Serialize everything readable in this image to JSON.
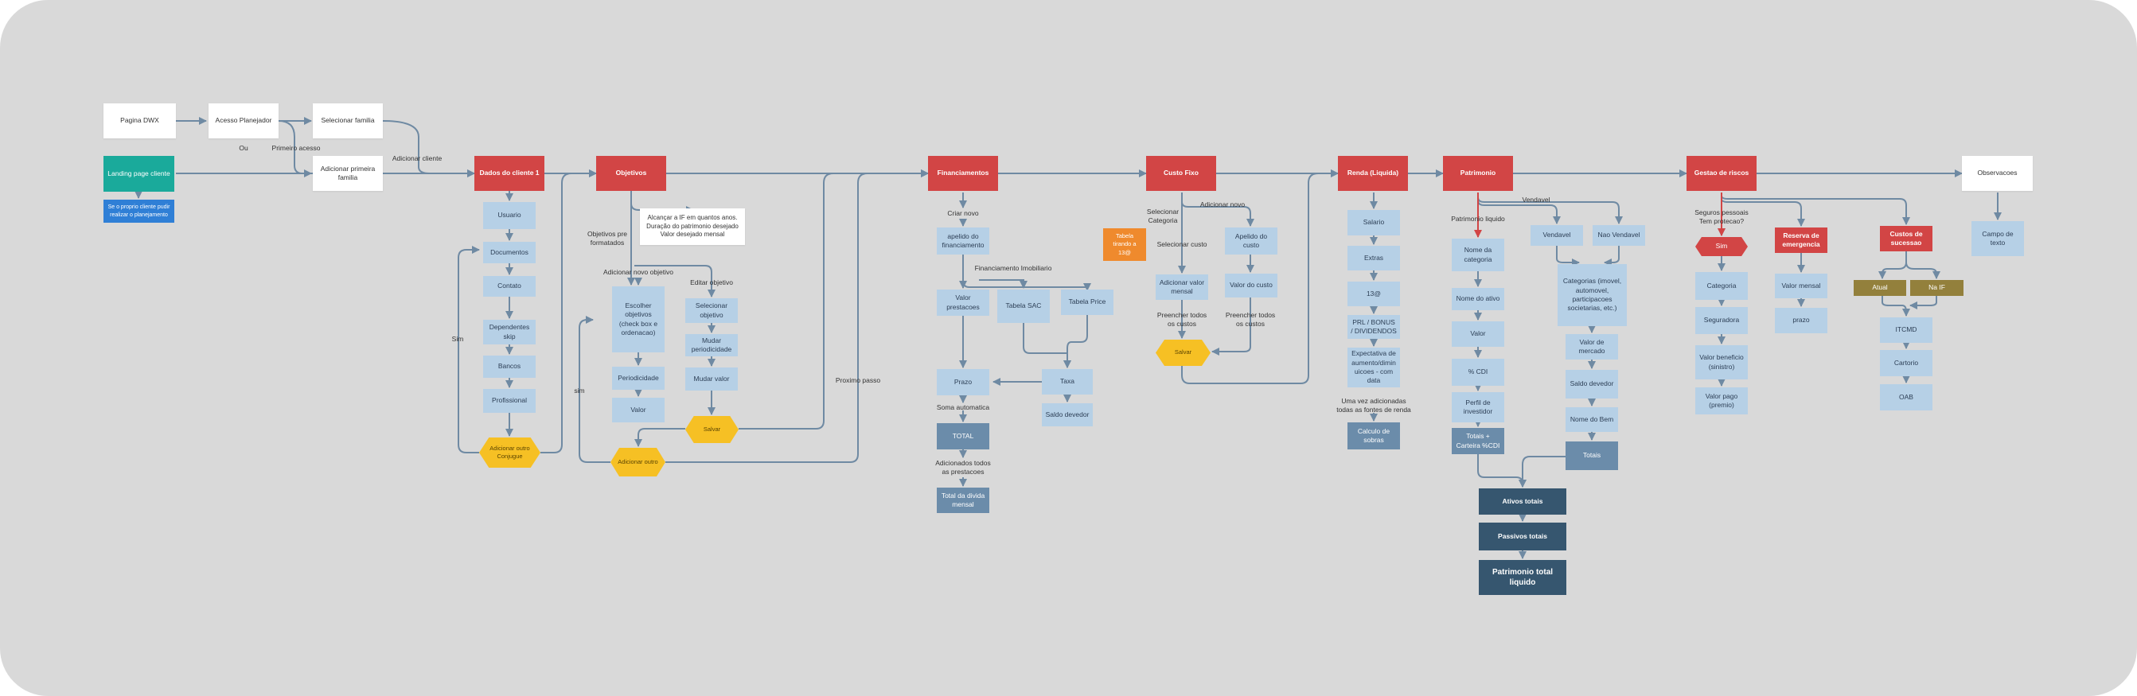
{
  "colors": {
    "canvas": "#d9d9d9",
    "header_red": "#d24545",
    "step_blue": "#b6d0e6",
    "decision_yellow": "#f6c024",
    "landing_teal": "#1aaa9b",
    "note_blue": "#2f7fd6",
    "table_orange": "#ef8a2d",
    "olive": "#93803c",
    "steel": "#6b8caa",
    "navy": "#36566f",
    "connector": "#6f8aa3"
  },
  "entry": {
    "pagina_dwx": "Pagina DWX",
    "acesso_planejador": "Acesso Planejador",
    "selecionar_familia": "Selecionar familia",
    "adicionar_primeira_familia": "Adicionar primeira familia",
    "landing_page": "Landing page cliente",
    "landing_note": "Se o proprio cliente pudir realizar o planejamento",
    "label_ou": "Ou",
    "label_primeiro_acesso": "Primeiro acesso",
    "label_adicionar_cliente": "Adicionar cliente"
  },
  "dados": {
    "header": "Dados do cliente 1",
    "items": [
      "Usuario",
      "Documentos",
      "Contato",
      "Dependentes skip",
      "Bancos",
      "Profissional"
    ],
    "decision": "Adicionar outro Conjugue",
    "label_sim": "Sim"
  },
  "objetivos": {
    "header": "Objetivos",
    "note": "Alcançar a IF em quantos anos.\nDuração do patrimonio desejado\nValor desejado mensal",
    "label_pre_formatados": "Objetivos pre formatados",
    "label_adicionar": "Adicionar novo objetivo",
    "label_editar": "Editar objetivo",
    "label_sim": "sim",
    "label_proximo": "Proximo passo",
    "left_items": [
      "Escolher objetivos (check box e ordenacao)",
      "Periodicidade",
      "Valor"
    ],
    "right_items": [
      "Selecionar objetivo",
      "Mudar periodicidade",
      "Mudar valor"
    ],
    "salvar": "Salvar",
    "decision": "Adicionar outro"
  },
  "financiamentos": {
    "header": "Financiamentos",
    "label_criar": "Criar novo",
    "apelido": "apelido do financiamento",
    "label_imobiliario": "Financiamento Imobiliario",
    "valor_prestacoes": "Valor prestacoes",
    "tabela_sac": "Tabela SAC",
    "tabela_price": "Tabela Price",
    "prazo": "Prazo",
    "taxa": "Taxa",
    "saldo_devedor": "Saldo devedor",
    "label_soma": "Soma automatica",
    "total": "TOTAL",
    "label_adicionados": "Adicionados todos as prestacoes",
    "total_divida": "Total da divida mensal"
  },
  "custo_fixo": {
    "header": "Custo Fixo",
    "tabela_base": "Tabela tirando a 13@",
    "label_categoria": "Selecionar Categoria",
    "label_adicionar": "Adicionar novo",
    "label_selecionar_custo": "Selecionar custo",
    "apelido_custo": "Apelido do custo",
    "adicionar_valor": "Adicionar valor mensal",
    "valor_custo": "Valor do custo",
    "label_preencher_1": "Preencher todos os custos",
    "label_preencher_2": "Preencher todos os custos",
    "salvar": "Salvar"
  },
  "renda": {
    "header": "Renda (Liquida)",
    "items": [
      "Salario",
      "Extras",
      "13@",
      "PRL / BONUS / DIVIDENDOS",
      "Expectativa de aumento/dimin uicoes - com data"
    ],
    "label_fontes": "Uma vez adicionadas todas as fontes de renda",
    "calculo": "Calculo de sobras"
  },
  "patrimonio": {
    "header": "Patrimonio",
    "label_liquido": "Patrimonio liquido",
    "label_vendavel": "Vendavel",
    "liquido_items": [
      "Nome da categoria",
      "Nome do ativo",
      "Valor",
      "% CDI",
      "Perfil de investidor"
    ],
    "totals_carteira": "Totais + Carteira %CDI",
    "vendavel": "Vendavel",
    "nao_vendavel": "Nao Vendavel",
    "categorias": "Categorias (imovel, automovel, participacoes societarias, etc.)",
    "right_items": [
      "Valor de mercado",
      "Saldo devedor",
      "Nome do Bem"
    ],
    "totais": "Totais",
    "summary": [
      "Ativos totais",
      "Passivos totais",
      "Patrimonio total liquido"
    ]
  },
  "riscos": {
    "header": "Gestao de riscos",
    "label_seguros": "Seguros pessoais\nTem protecao?",
    "sim": "Sim",
    "left_items": [
      "Categoria",
      "Seguradora",
      "Valor beneficio (sinistro)",
      "Valor pago (premio)"
    ],
    "reserva": "Reserva de emergencia",
    "reserva_items": [
      "Valor mensal",
      "prazo"
    ],
    "sucessao": "Custos de sucessao",
    "atual": "Atual",
    "na_if": "Na IF",
    "sucessao_items": [
      "ITCMD",
      "Cartorio",
      "OAB"
    ]
  },
  "observacoes": {
    "header": "Observacoes",
    "campo": "Campo de texto"
  }
}
